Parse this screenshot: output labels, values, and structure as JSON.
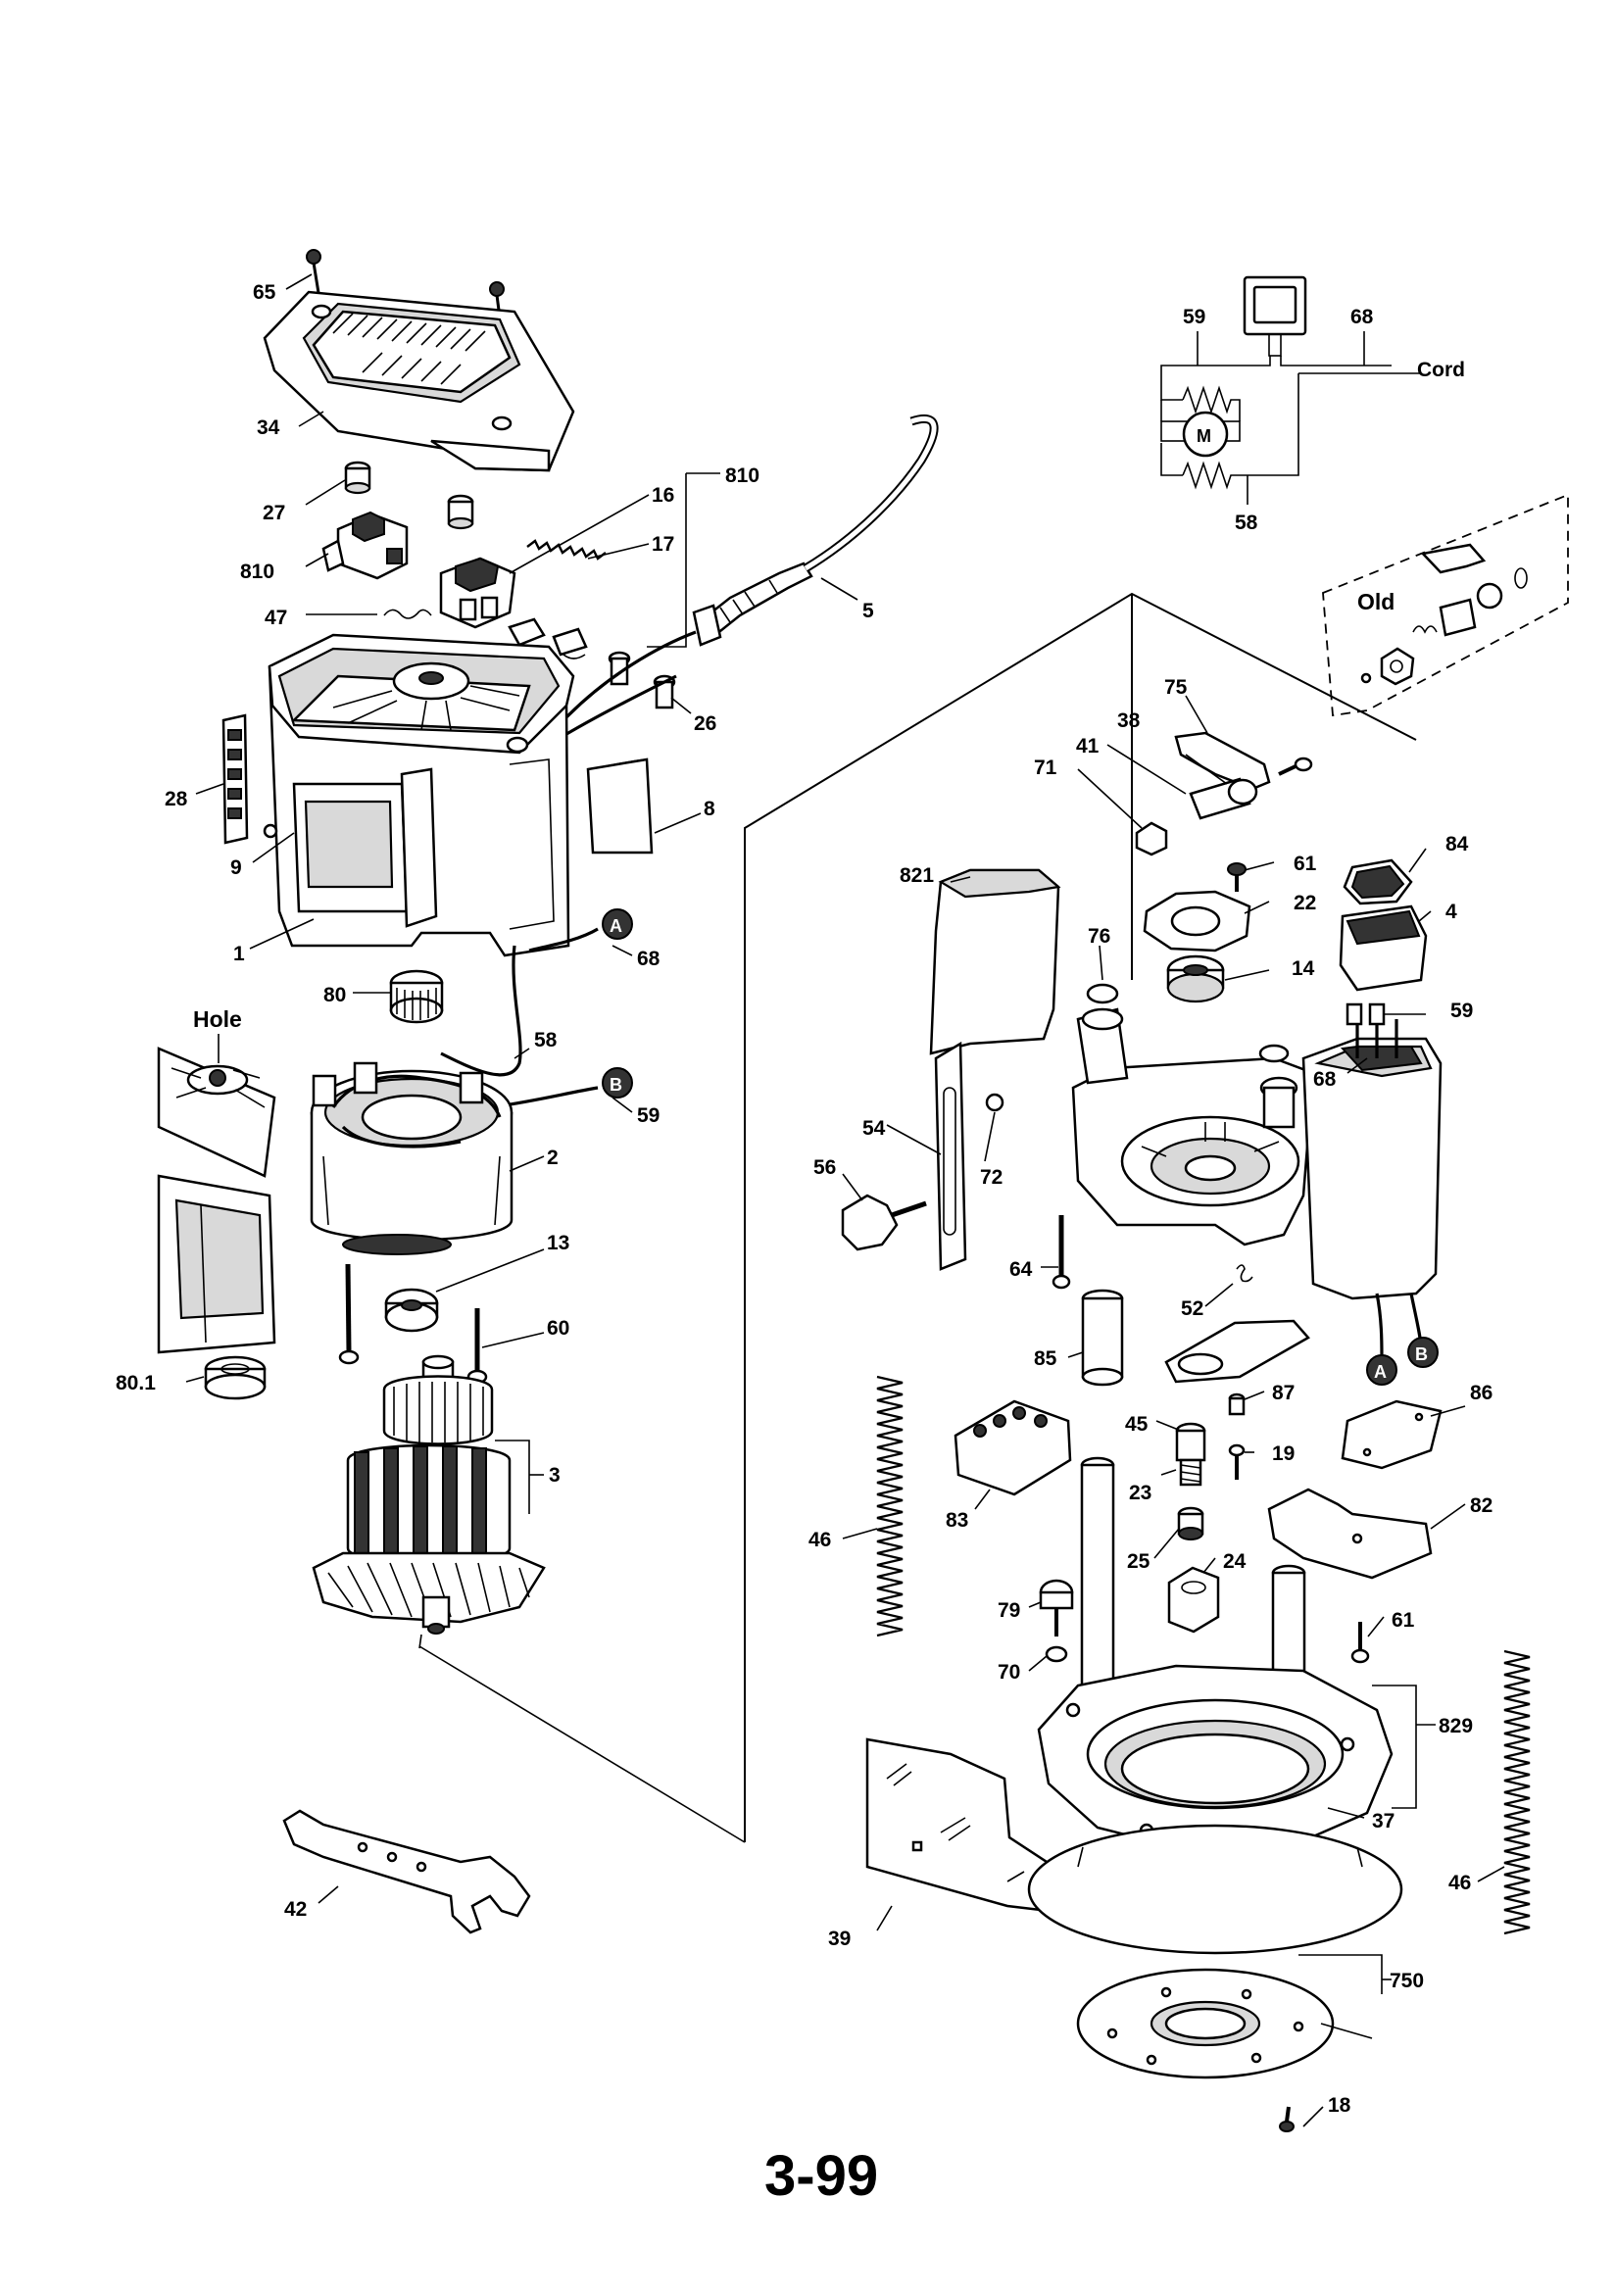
{
  "page_number": "3-99",
  "schematic": {
    "labels": {
      "switch_lead": "59",
      "cord_lead": "68",
      "cord": "Cord",
      "motor": "M",
      "field_lead": "58"
    }
  },
  "old_inset": {
    "label": "Old"
  },
  "hole_label": "Hole",
  "connectors": {
    "a": "A",
    "b": "B"
  },
  "callouts": {
    "c65": "65",
    "c34": "34",
    "c27": "27",
    "c810a": "810",
    "c810b": "810",
    "c16": "16",
    "c17": "17",
    "c47": "47",
    "c5": "5",
    "c26": "26",
    "c28": "28",
    "c8": "8",
    "c9": "9",
    "c1": "1",
    "c68a": "68",
    "c80": "80",
    "c58": "58",
    "c59a": "59",
    "c2": "2",
    "c13": "13",
    "c60": "60",
    "c801": "80.1",
    "c3": "3",
    "c42": "42",
    "c75": "75",
    "c38": "38",
    "c41": "41",
    "c71": "71",
    "c821": "821",
    "c61a": "61",
    "c84": "84",
    "c22": "22",
    "c4": "4",
    "c76": "76",
    "c14": "14",
    "c59b": "59",
    "c68b": "68",
    "c54": "54",
    "c56": "56",
    "c72": "72",
    "c64": "64",
    "c52": "52",
    "c85": "85",
    "c87": "87",
    "c86": "86",
    "c45": "45",
    "c19": "19",
    "c83": "83",
    "c23": "23",
    "c82": "82",
    "c46a": "46",
    "c25": "25",
    "c24": "24",
    "c79": "79",
    "c61b": "61",
    "c70": "70",
    "c829": "829",
    "c37": "37",
    "c46b": "46",
    "c39": "39",
    "c750": "750",
    "c18": "18"
  }
}
